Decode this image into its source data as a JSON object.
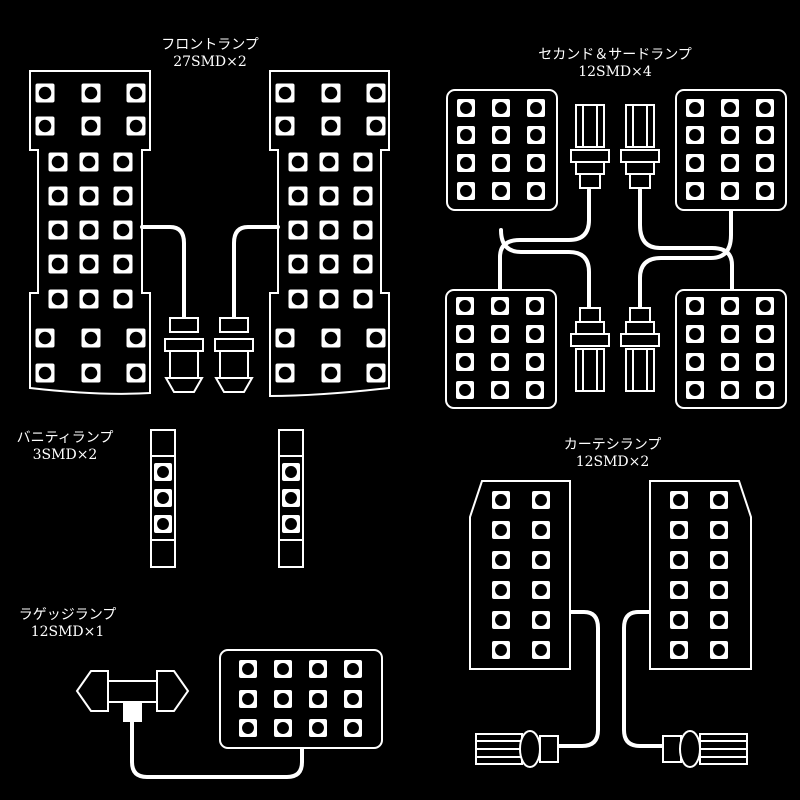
{
  "labels": {
    "front": {
      "title": "フロントランプ",
      "spec": "27SMD×2"
    },
    "second_third": {
      "title": "セカンド＆サードランプ",
      "spec": "12SMD×4"
    },
    "vanity": {
      "title": "バニティランプ",
      "spec": "3SMD×2"
    },
    "courtesy": {
      "title": "カーテシランプ",
      "spec": "12SMD×2"
    },
    "luggage": {
      "title": "ラゲッジランプ",
      "spec": "12SMD×1"
    }
  },
  "colors": {
    "background": "#000000",
    "line": "#ffffff"
  },
  "led_counts": {
    "front": 27,
    "second_third": 12,
    "vanity": 3,
    "courtesy": 12,
    "luggage": 12
  }
}
